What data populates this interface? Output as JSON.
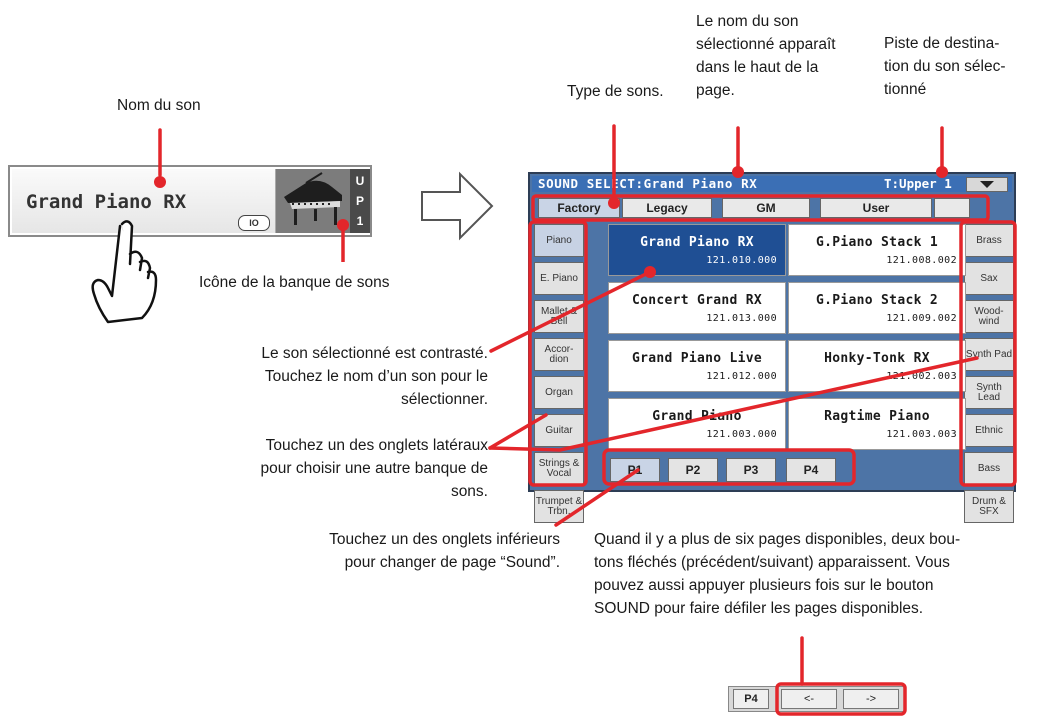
{
  "annotations": {
    "sound_name": "Nom du son",
    "sound_type": "Type de sons.",
    "selected_name": [
      "Le nom du son",
      "sélectionné apparaît",
      "dans le haut de la",
      "page."
    ],
    "destination_track": [
      "Piste de destina-",
      "tion du son sélec-",
      "tionné"
    ],
    "bank_icon": "Icône de la banque de sons",
    "selected_contrast": [
      "Le son sélectionné est contrasté.",
      "Touchez le nom d’un son pour le",
      "sélectionner."
    ],
    "side_tabs": [
      "Touchez un des onglets latéraux",
      "pour choisir une autre banque de",
      "sons."
    ],
    "bottom_tabs": [
      "Touchez un des onglets inférieurs",
      "pour changer de page “Sound”."
    ],
    "more_pages": [
      "Quand il y a plus de six pages disponibles, deux bou-",
      "tons fléchés (précédent/suivant) apparaissent. Vous",
      "pouvez aussi appuyer plusieurs fois sur le bouton",
      "SOUND pour faire défiler les pages disponibles."
    ]
  },
  "sound_button": {
    "name": "Grand Piano RX",
    "io_badge": "IO",
    "track": "UP1",
    "icon": "grand-piano-icon"
  },
  "arrow_icon": "right-arrow-outline-icon",
  "screen": {
    "title": "SOUND SELECT:Grand Piano RX",
    "track": "T:Upper 1",
    "menu_icon": "triangle-down-icon",
    "top_tabs": [
      "Factory",
      "Legacy",
      "GM",
      "User"
    ],
    "left_tabs": [
      "Piano",
      "E. Piano",
      "Mallet & Bell",
      "Accor- dion",
      "Organ",
      "Guitar",
      "Strings & Vocal",
      "Trumpet & Trbn."
    ],
    "right_tabs": [
      "Brass",
      "Sax",
      "Wood- wind",
      "Synth Pad",
      "Synth Lead",
      "Ethnic",
      "Bass",
      "Drum & SFX"
    ],
    "sounds": [
      {
        "name": "Grand Piano RX",
        "number": "121.010.000"
      },
      {
        "name": "G.Piano Stack 1",
        "number": "121.008.002"
      },
      {
        "name": "Concert Grand RX",
        "number": "121.013.000"
      },
      {
        "name": "G.Piano Stack 2",
        "number": "121.009.002"
      },
      {
        "name": "Grand Piano Live",
        "number": "121.012.000"
      },
      {
        "name": "Honky-Tonk RX",
        "number": "121.002.003"
      },
      {
        "name": "Grand Piano",
        "number": "121.003.000"
      },
      {
        "name": "Ragtime Piano",
        "number": "121.003.003"
      }
    ],
    "page_tabs": [
      "P1",
      "P2",
      "P3",
      "P4"
    ]
  },
  "inset": {
    "page": "P4",
    "prev": "<-",
    "next": "->"
  },
  "colors": {
    "highlight": "#e3262b",
    "screen_bg": "#4d74a6",
    "title_bar": "#3b6fb5",
    "selected_cell": "#1f4f94"
  }
}
